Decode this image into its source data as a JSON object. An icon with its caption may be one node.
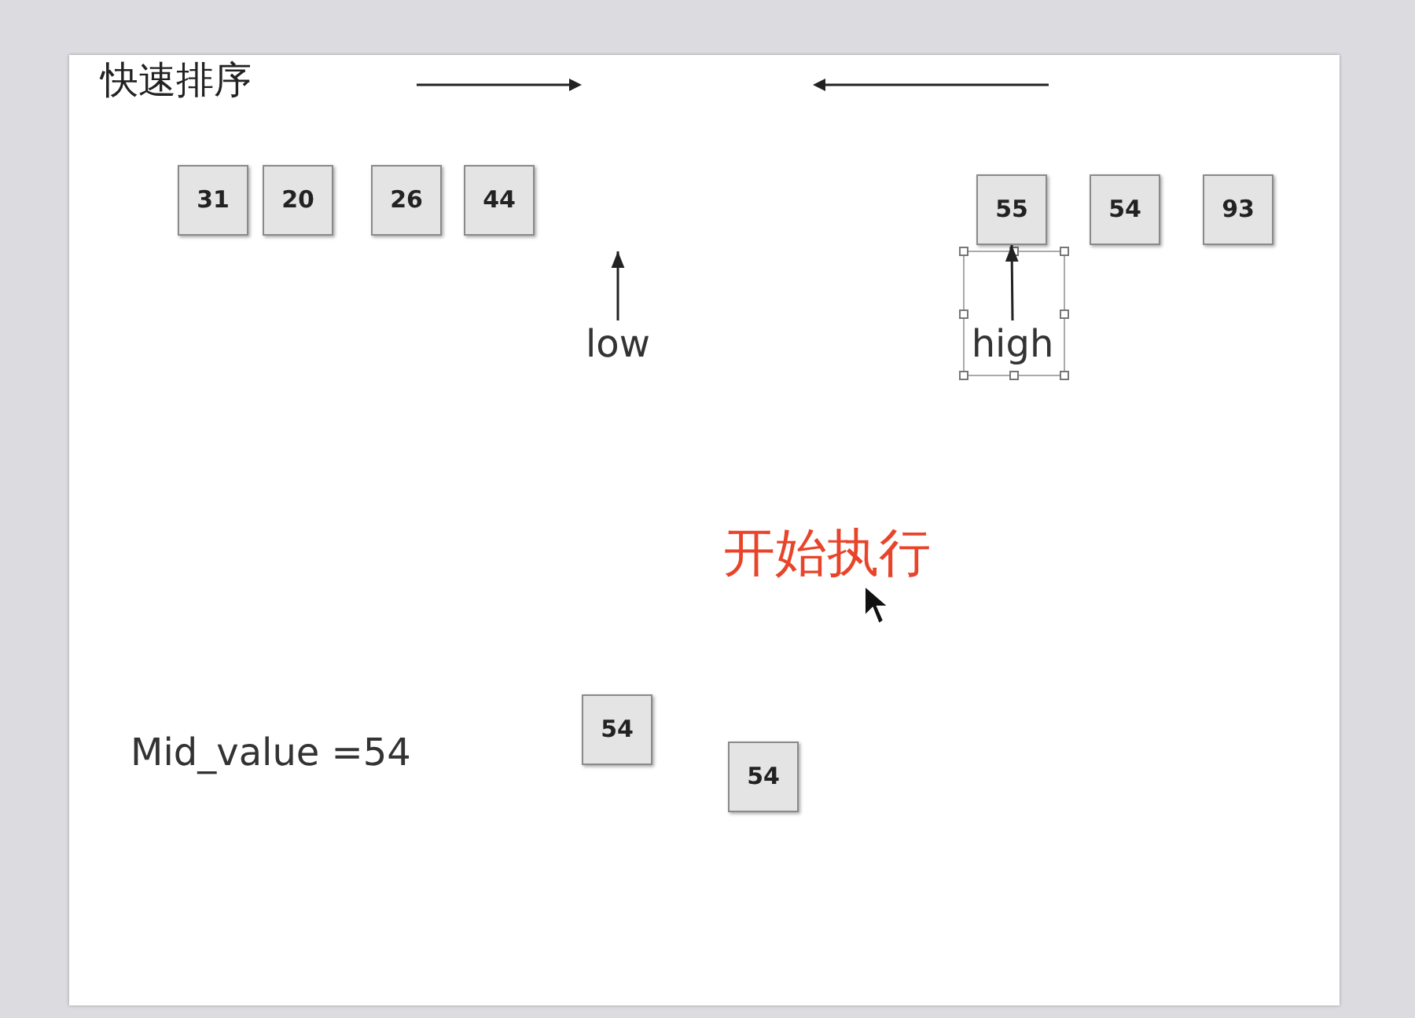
{
  "diagram": {
    "title": "快速排序",
    "nodes": [
      {
        "text": [
          "31"
        ]
      },
      {
        "text": [
          "20"
        ]
      },
      {
        "text": [
          "26"
        ]
      },
      {
        "text": [
          "44"
        ]
      },
      {
        "text": [
          "55"
        ]
      },
      {
        "text": [
          "54"
        ]
      },
      {
        "text": [
          "93"
        ]
      },
      {
        "text": [
          "low"
        ]
      },
      {
        "text": [
          "high"
        ]
      },
      {
        "text": [
          "54"
        ]
      },
      {
        "text": [
          "54"
        ]
      }
    ],
    "edges": [
      {
        "from": 7,
        "to": null,
        "arrow": "to"
      },
      {
        "from": 8,
        "to": 4,
        "arrow": "to"
      }
    ],
    "labels": [
      "开始执行",
      "Mid_value =54"
    ]
  }
}
